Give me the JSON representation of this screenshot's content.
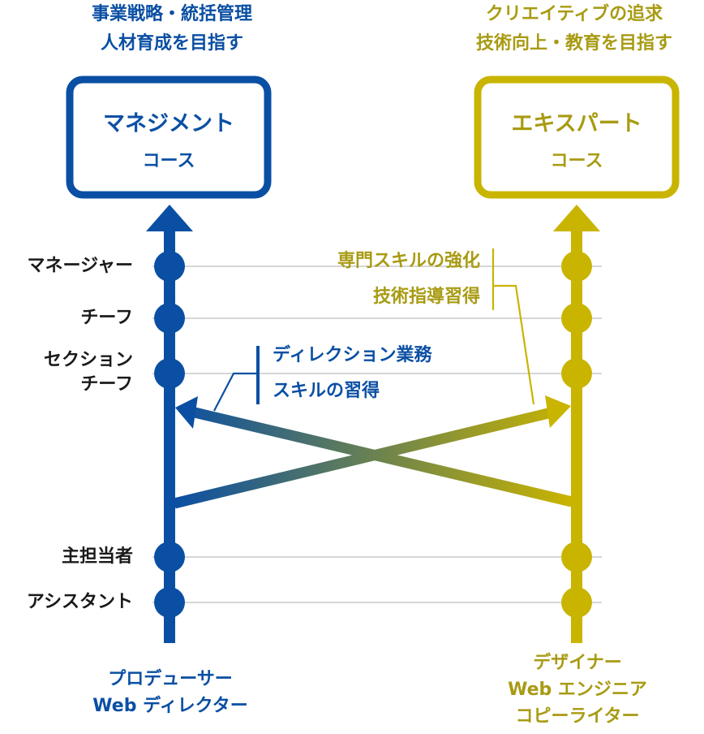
{
  "colors": {
    "management": "#0a4fa3",
    "expert": "#c9b400",
    "expert_text": "#a89b13",
    "level_text": "#1a1a1a",
    "grid_line": "#bdbdbd"
  },
  "management": {
    "goal_lines": [
      "事業戦略・統括管理",
      "人材育成を目指す"
    ],
    "course_title": "マネジメント",
    "course_sub": "コース",
    "start_lines": [
      "プロデューサー",
      "Web ディレクター"
    ]
  },
  "expert": {
    "goal_lines": [
      "クリエイティブの追求",
      "技術向上・教育を目指す"
    ],
    "course_title": "エキスパート",
    "course_sub": "コース",
    "start_lines": [
      "デザイナー",
      "Web エンジニア",
      "コピーライター"
    ]
  },
  "levels": {
    "manager": "マネージャー",
    "chief": "チーフ",
    "section_chief_lines": [
      "セクション",
      "チーフ"
    ],
    "staff": "主担当者",
    "assistant": "アシスタント"
  },
  "notes": {
    "to_expert_lines": [
      "専門スキルの強化",
      "技術指導習得"
    ],
    "to_management_lines": [
      "ディレクション業務",
      "スキルの習得"
    ]
  }
}
